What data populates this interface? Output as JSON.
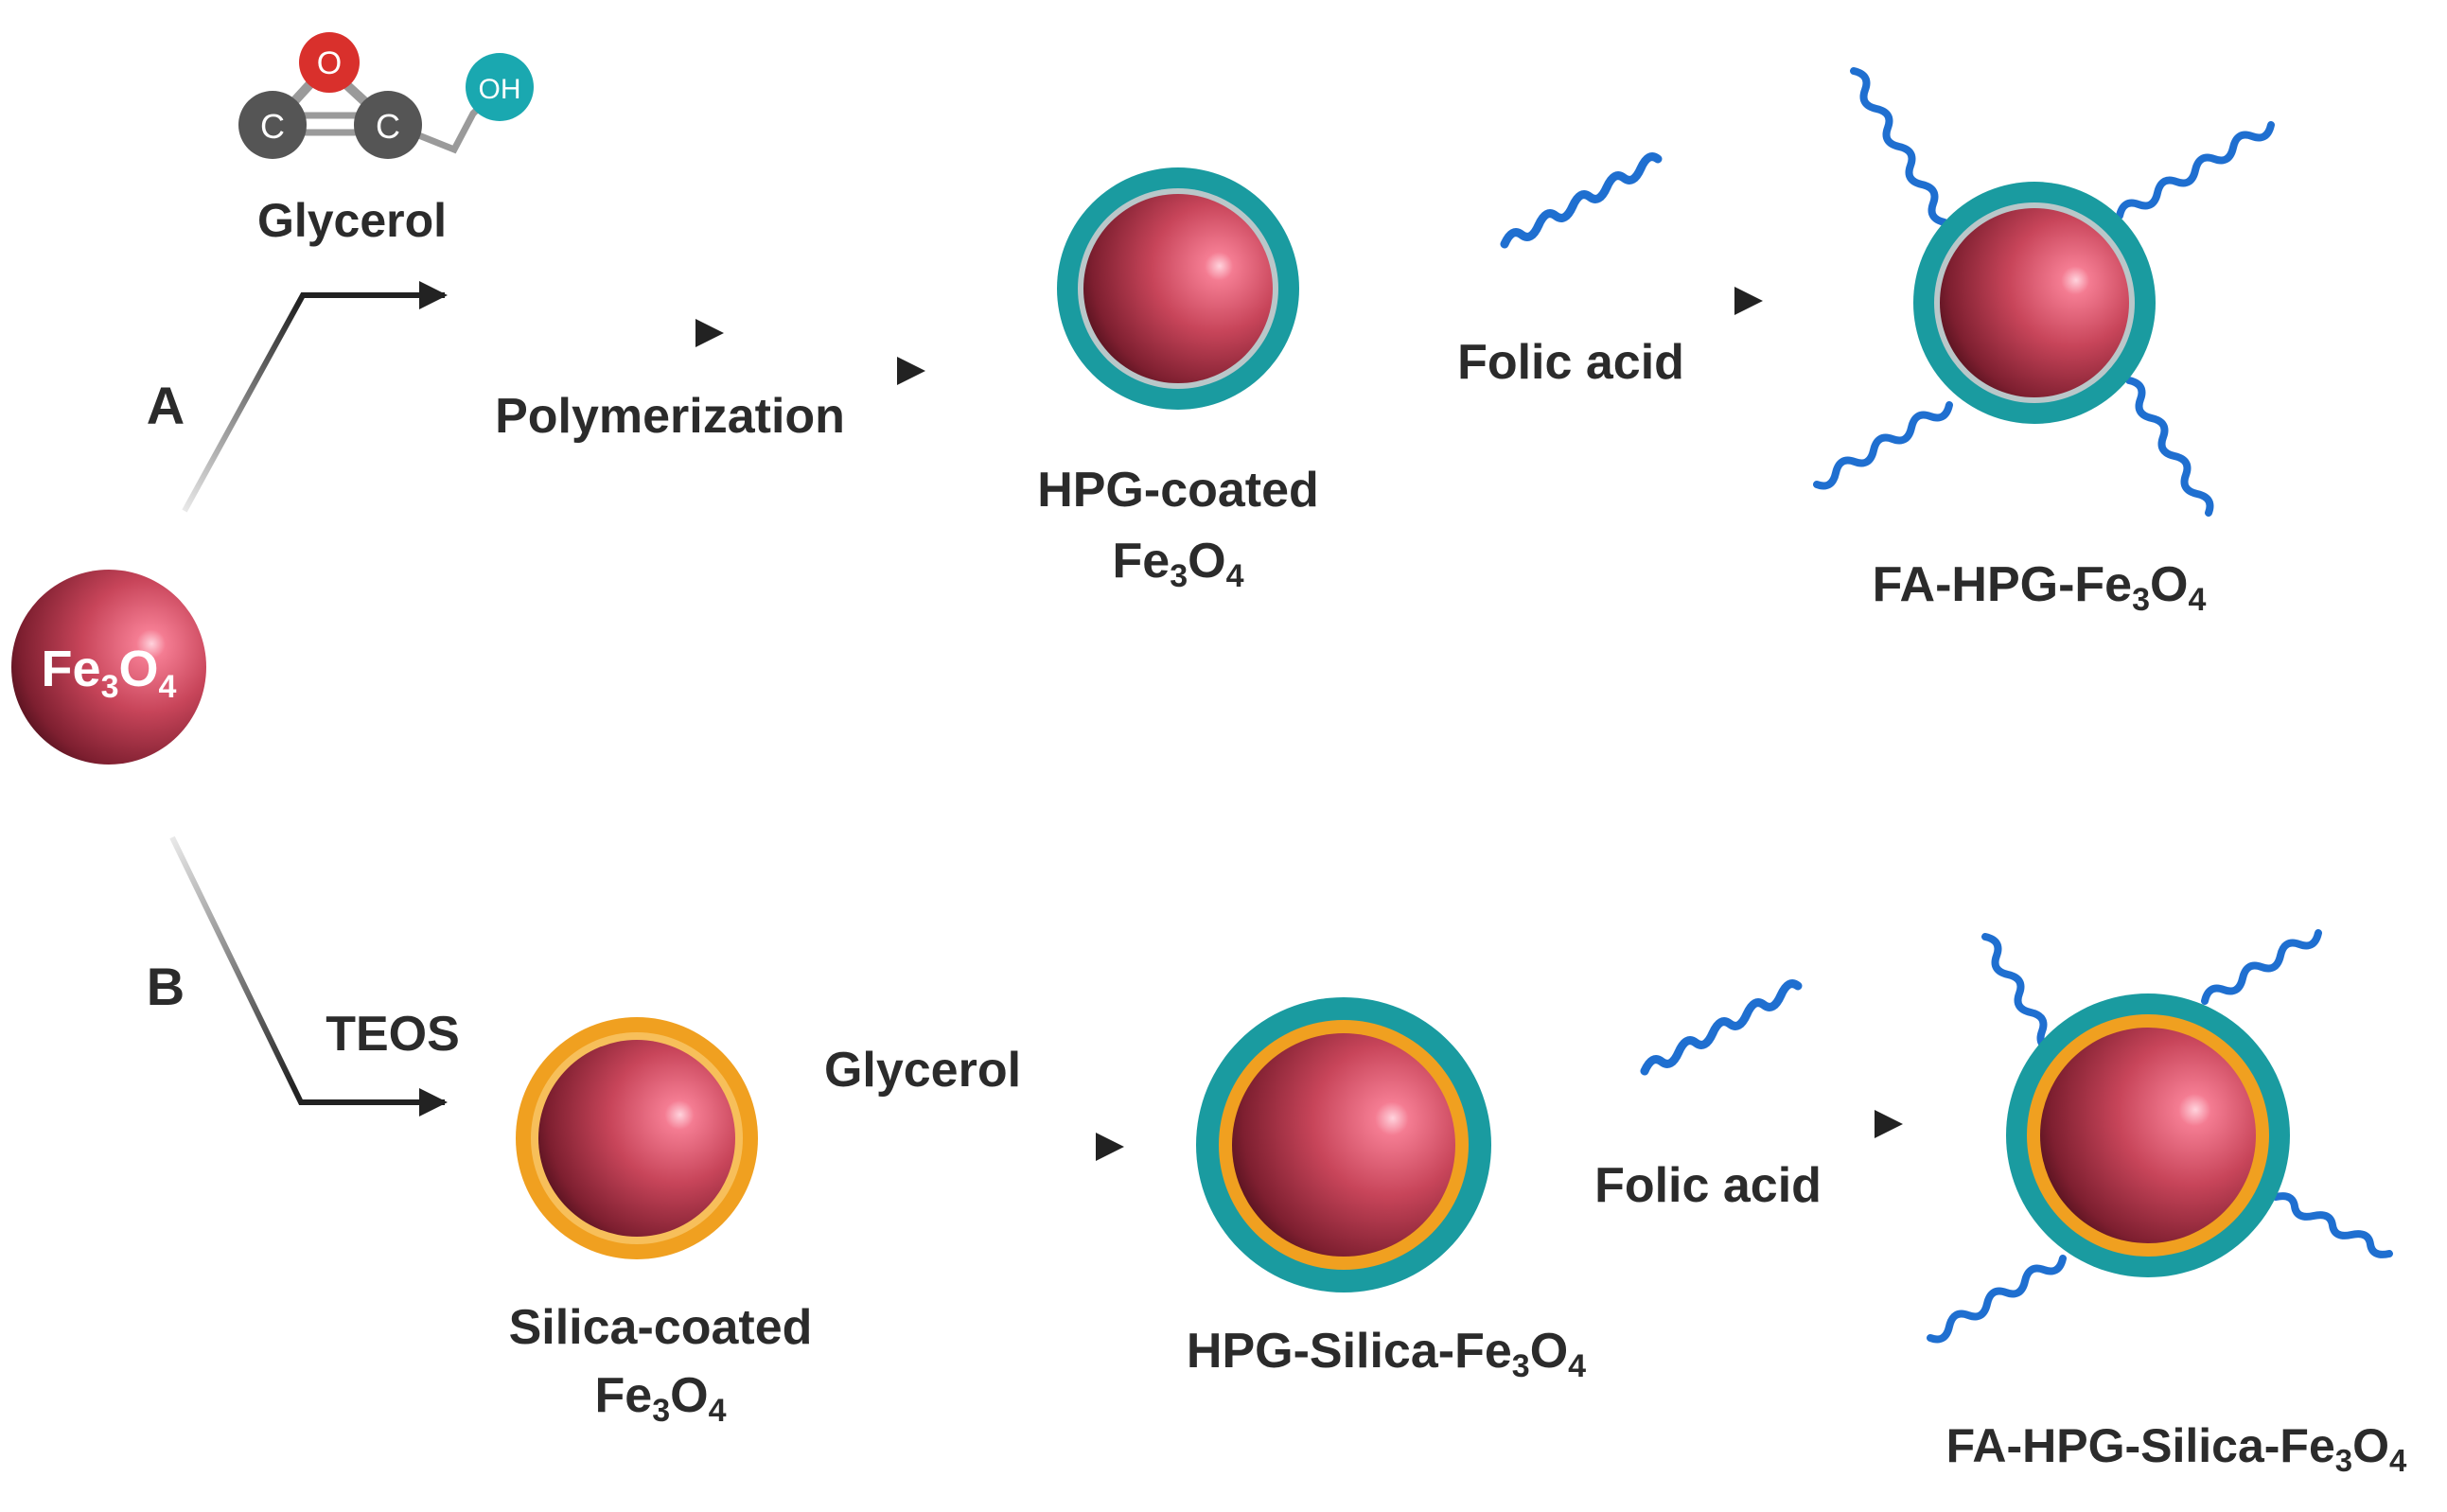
{
  "colors": {
    "core": "#c8455a",
    "hpg_shell": "#1a9ba0",
    "silica_shell": "#f0a020",
    "folate_chain": "#1f6fd0",
    "arrow": "#222222",
    "text": "#2b2b2b"
  },
  "molecule": {
    "atom_o": "O",
    "atom_c1": "C",
    "atom_c2": "C",
    "atom_oh": "OH",
    "name": "Glycerol"
  },
  "core": {
    "formula": "Fe",
    "sub1": "3",
    "o": "O",
    "sub2": "4"
  },
  "route_a": {
    "letter": "A",
    "step1": "Polymerization",
    "product1": {
      "line1": "HPG-coated",
      "formula": "Fe",
      "sub1": "3",
      "o": "O",
      "sub2": "4"
    },
    "step2": "Folic acid",
    "product2": {
      "prefix": "FA-HPG-",
      "formula": "Fe",
      "sub1": "3",
      "o": "O",
      "sub2": "4"
    }
  },
  "route_b": {
    "letter": "B",
    "step1": "TEOS",
    "product1": {
      "line1": "Silica-coated",
      "formula": "Fe",
      "sub1": "3",
      "o": "O",
      "sub2": "4"
    },
    "step2": "Glycerol",
    "product2": {
      "prefix": "HPG-Silica-",
      "formula": "Fe",
      "sub1": "3",
      "o": "O",
      "sub2": "4"
    },
    "step3": "Folic acid",
    "product3": {
      "prefix": "FA-HPG-Silica-",
      "formula": "Fe",
      "sub1": "3",
      "o": "O",
      "sub2": "4"
    }
  }
}
